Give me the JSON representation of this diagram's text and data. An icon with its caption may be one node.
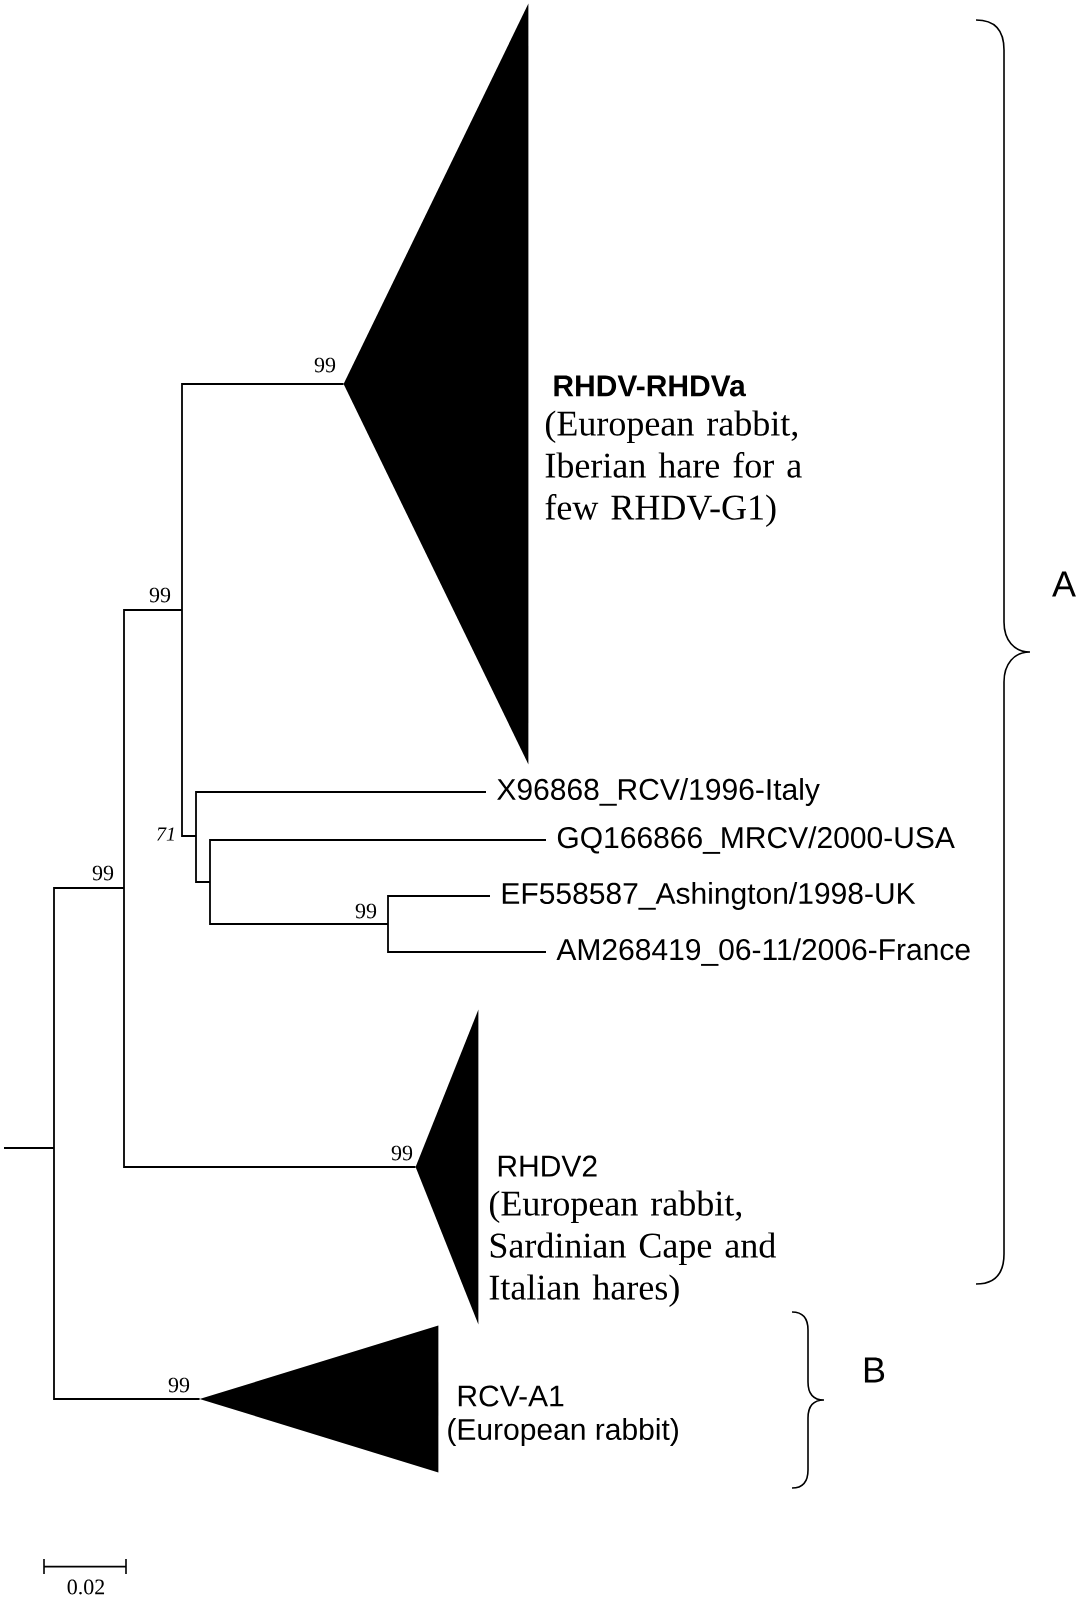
{
  "diagram": {
    "nodes": [
      {
        "text": [],
        "shape": "triangle",
        "beside": [
          "RHDV-RHDVa",
          "(European rabbit, Iberian hare for a few RHDV-G1)"
        ]
      },
      {
        "text": [
          "X96868_RCV/1996-Italy"
        ]
      },
      {
        "text": [
          "GQ166866_MRCV/2000-USA"
        ]
      },
      {
        "text": [
          "EF558587_Ashington/1998-UK"
        ]
      },
      {
        "text": [
          "AM268419_06-11/2006-France"
        ]
      },
      {
        "text": [],
        "shape": "triangle",
        "beside": [
          "RHDV2",
          "(European rabbit, Sardinian Cape and Italian hares)"
        ]
      },
      {
        "text": [],
        "shape": "triangle",
        "beside": [
          "RCV-A1",
          "(European rabbit)"
        ]
      }
    ],
    "edges": [
      {
        "from": null,
        "to": 0,
        "arrow": "none"
      },
      {
        "from": null,
        "to": 1,
        "arrow": "none"
      },
      {
        "from": null,
        "to": 2,
        "arrow": "none"
      },
      {
        "from": null,
        "to": 3,
        "arrow": "none"
      },
      {
        "from": null,
        "to": 4,
        "arrow": "none"
      },
      {
        "from": null,
        "to": 5,
        "arrow": "none"
      },
      {
        "from": null,
        "to": 6,
        "arrow": "none"
      }
    ],
    "labels": [
      "99",
      "99",
      "71",
      "99",
      "99",
      "99",
      "99",
      "A",
      "B",
      "0.02"
    ]
  }
}
